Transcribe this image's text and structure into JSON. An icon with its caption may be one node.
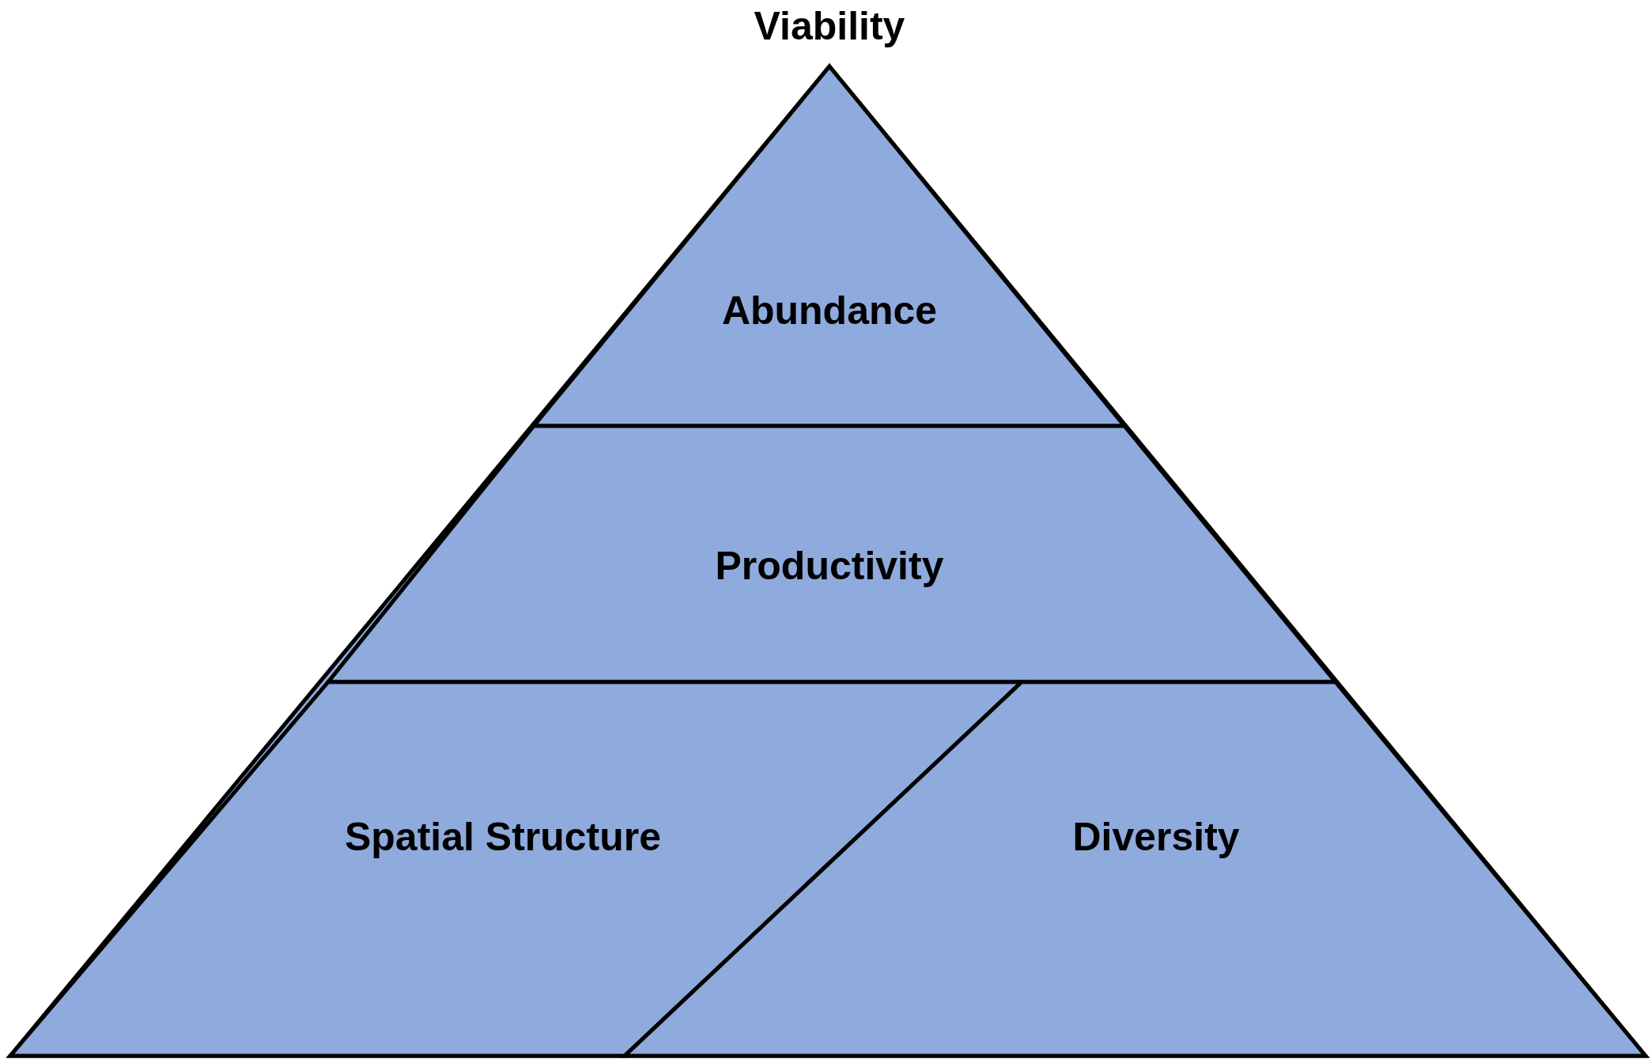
{
  "diagram": {
    "nodes": [
      {
        "text": [
          "Viability"
        ]
      },
      {
        "text": [
          "Abundance"
        ],
        "in": 0
      },
      {
        "text": [
          "Productivity"
        ],
        "in": 0
      },
      {
        "text": [
          "Spatial Structure"
        ],
        "in": 0
      },
      {
        "text": [
          "Diversity"
        ],
        "in": 0
      }
    ]
  }
}
